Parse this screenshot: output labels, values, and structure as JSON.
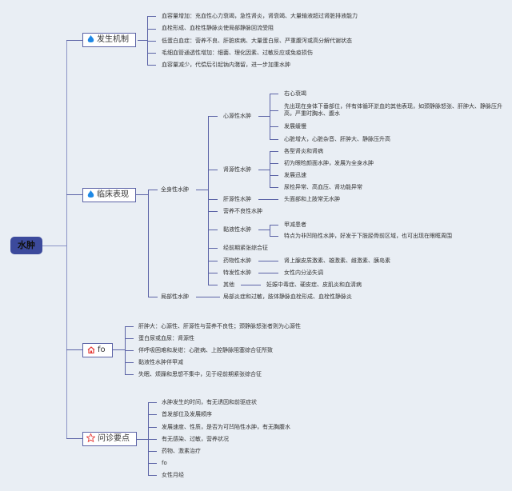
{
  "root": {
    "label": "水肿"
  },
  "topics": [
    {
      "label": "发生机制",
      "icon": "flame-icon",
      "items": [
        "血容量增加：充血性心力衰竭，急性肾炎，肾衰竭、大量输液超过肾脏排液能力",
        "血栓形成、血栓性静脉炎使局部静脉回流受阻",
        "低蛋白血症：营养不良、肝脏疾病、大量蛋白尿、严重腹泻或高分解代谢状态",
        "毛细血管通透性增加：细菌、理化因素、过敏反应或免疫损伤",
        "血容量减少，代偿后引起钠内潴留，进一步加重水肿"
      ]
    },
    {
      "label": "临床表现",
      "icon": "flame-icon",
      "general": {
        "label": "全身性水肿",
        "children": [
          {
            "label": "心源性水肿",
            "items": [
              "右心衰竭",
              "先出现在身体下垂部位，伴有体循环淤血的其他表现，如颈静脉怒张、肝肿大、静脉压升高，严重时胸水、腹水",
              "发展缓慢",
              "心脏增大，心脏杂音、肝肿大、静脉压升高"
            ]
          },
          {
            "label": "肾源性水肿",
            "items": [
              "各型肾炎和肾病",
              "初为眼睑颜面水肿，发展为全身水肿",
              "发展迅速",
              "尿检异常、高血压、肾功能异常"
            ]
          },
          {
            "label": "肝源性水肿",
            "items": [
              "头面部和上肢常无水肿"
            ]
          },
          {
            "label": "营养不良性水肿",
            "items": []
          },
          {
            "label": "黏液性水肿",
            "items": [
              "甲减患者",
              "特点为非凹陷性水肿，好发于下肢胫骨前区域，也可出现在眼眶周围"
            ]
          },
          {
            "label": "经前期紧张综合征",
            "items": []
          },
          {
            "label": "药物性水肿",
            "items": [
              "肾上腺皮质激素、雄激素、雌激素、胰岛素"
            ]
          },
          {
            "label": "特发性水肿",
            "items": [
              "女性内分泌失调"
            ]
          },
          {
            "label": "其他",
            "items": [
              "妊娠中毒症、硬皮症、皮肌炎和血清病"
            ]
          }
        ]
      },
      "local": {
        "label": "局部性水肿",
        "items": [
          "局部炎症和过敏，肢体静脉血栓形成、血栓性静脉炎"
        ]
      }
    },
    {
      "label": "fo",
      "icon": "home-icon",
      "items": [
        "肝肿大：心源性、肝源性与营养不良性；颈静脉怒张者则为心源性",
        "蛋白尿或血尿：肾源性",
        "伴呼吸困难和发绀：心脏病、上腔静脉阻塞综合征所致",
        "黏液性水肿伴甲减",
        "失眠、烦躁和思想不集中，见于经前期紧张综合征"
      ]
    },
    {
      "label": "问诊要点",
      "icon": "star-icon",
      "items": [
        "水肿发生的时间，有无诱因和前驱症状",
        "首发部位及发展顺序",
        "发展速度、性质，是否为可凹陷性水肿，有无胸腹水",
        "有无感染、过敏，营养状况",
        "药物、激素治疗",
        "fo",
        "女性月经"
      ]
    }
  ],
  "colors": {
    "line": "#5b63a6",
    "root_fill": "#3c4a9c",
    "flame": "#1e88e5",
    "home": "#e53935",
    "star": "#e53935",
    "background": "#e9eef4"
  }
}
